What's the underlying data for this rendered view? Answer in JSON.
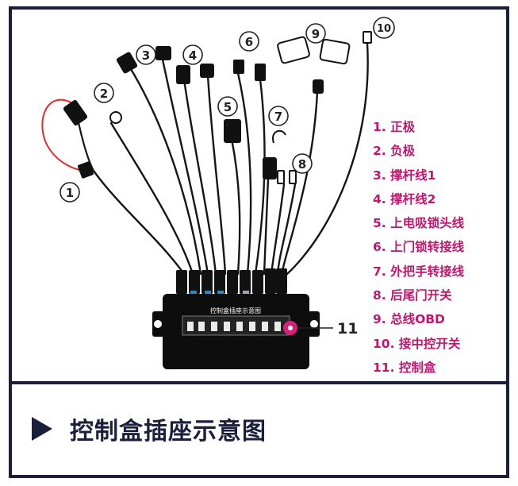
{
  "diagram": {
    "callout_numbers": [
      "1",
      "2",
      "3",
      "4",
      "5",
      "6",
      "7",
      "8",
      "9",
      "10",
      "11"
    ],
    "box_label": "控制盒插座示意图",
    "legend": [
      {
        "label": "1. 正极"
      },
      {
        "label": "2. 负极"
      },
      {
        "label": "3. 撑杆线1"
      },
      {
        "label": "4. 撑杆线2"
      },
      {
        "label": "5. 上电吸锁头线"
      },
      {
        "label": "6. 上门锁转接线"
      },
      {
        "label": "7. 外把手转接线"
      },
      {
        "label": "8. 后尾门开关"
      },
      {
        "label": "9. 总线OBD"
      },
      {
        "label": "10. 接中控开关"
      },
      {
        "label": "11. 控制盒"
      }
    ],
    "caption": "控制盒插座示意图",
    "colors": {
      "frame": "#1c1f3c",
      "legend_text": "#c0166f",
      "callout_11": "#d6217b",
      "positive_wire": "#e02a2a"
    }
  }
}
